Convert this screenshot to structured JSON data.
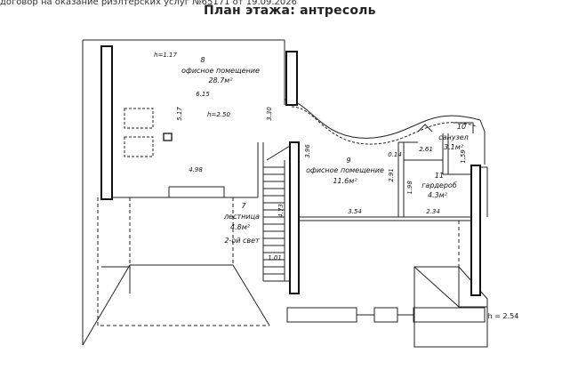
{
  "header": {
    "contract_note": "договор на оказание риэлтерских услуг №65171 от 19.09.2026",
    "title": "План этажа: антресоль"
  },
  "rooms": {
    "r8": {
      "number": "8",
      "name": "офисное помещение",
      "area": "28.7м²"
    },
    "r9": {
      "number": "9",
      "name": "офисное помещение",
      "area": "11.6м²"
    },
    "r10": {
      "number": "10",
      "name": "санузел",
      "area": "3.1м²"
    },
    "r11": {
      "number": "11",
      "name": "гардероб",
      "area": "4.3м²"
    },
    "r7": {
      "number": "7",
      "name": "лестница",
      "area": "4.8м²",
      "note": "2-ой свет"
    }
  },
  "dimensions": {
    "h_top": "h=1.17",
    "d_615": "6.15",
    "d_517": "5.17",
    "h_250": "h=2.50",
    "d_330": "3.30",
    "d_498": "4.98",
    "d_396": "3.96",
    "d_014": "0.14",
    "d_261": "2.61",
    "d_159": "1.59",
    "d_291": "2.91",
    "d_198": "1.98",
    "d_354": "3.54",
    "d_234": "2.34",
    "d_473": "4.73",
    "d_101": "1.01",
    "h_254": "h = 2.54"
  }
}
